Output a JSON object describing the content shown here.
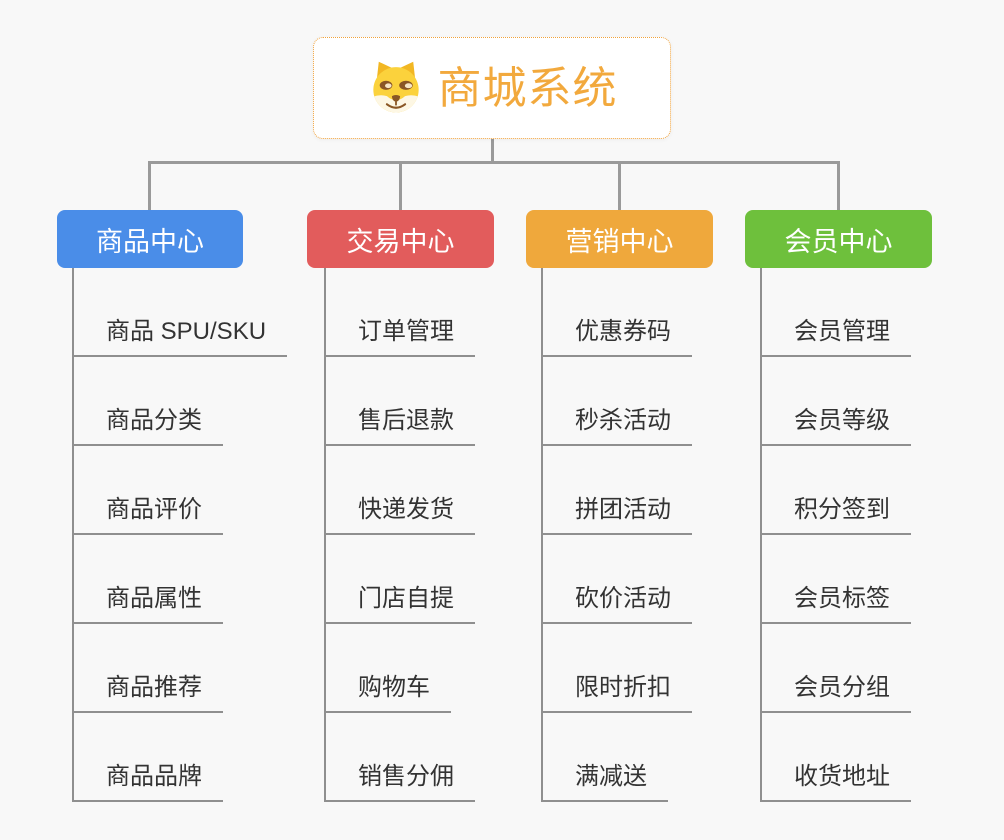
{
  "root": {
    "title": "商城系统",
    "icon": "doge-icon",
    "title_color": "#f2a93d",
    "border_color": "#f1a33c"
  },
  "connector_color": "#9a9a9a",
  "columns": [
    {
      "label": "商品中心",
      "color": "#4a8de8",
      "items": [
        "商品 SPU/SKU",
        "商品分类",
        "商品评价",
        "商品属性",
        "商品推荐",
        "商品品牌"
      ]
    },
    {
      "label": "交易中心",
      "color": "#e25c5c",
      "items": [
        "订单管理",
        "售后退款",
        "快递发货",
        "门店自提",
        "购物车",
        "销售分佣"
      ]
    },
    {
      "label": "营销中心",
      "color": "#efa83c",
      "items": [
        "优惠券码",
        "秒杀活动",
        "拼团活动",
        "砍价活动",
        "限时折扣",
        "满减送"
      ]
    },
    {
      "label": "会员中心",
      "color": "#6ec03c",
      "items": [
        "会员管理",
        "会员等级",
        "积分签到",
        "会员标签",
        "会员分组",
        "收货地址"
      ]
    }
  ]
}
